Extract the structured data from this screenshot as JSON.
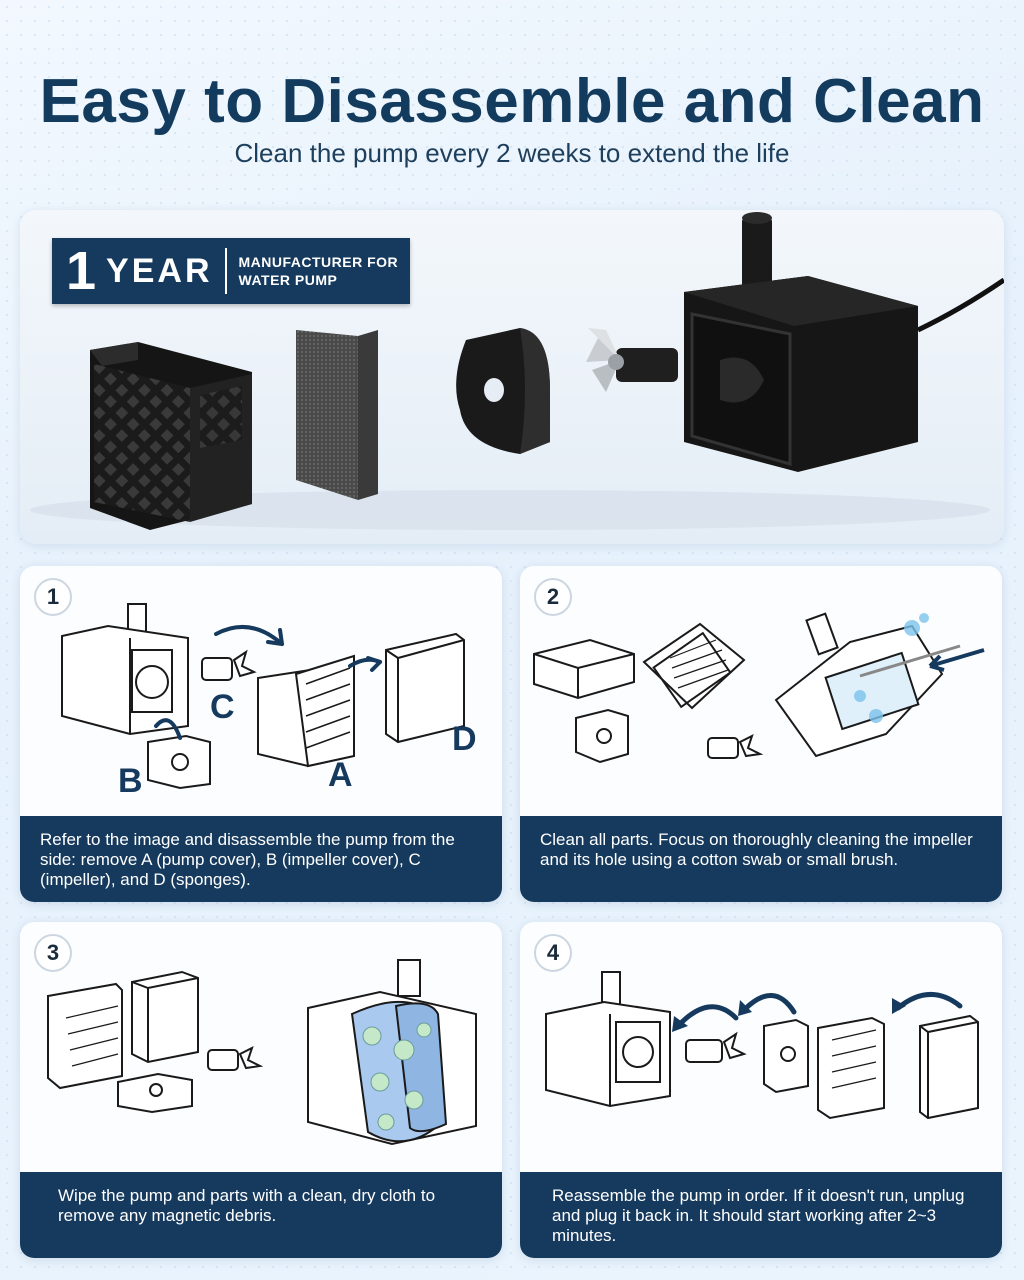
{
  "header": {
    "title": "Easy to Disassemble and Clean",
    "subtitle": "Clean the pump every 2 weeks to extend the life"
  },
  "badge": {
    "number": "1",
    "unit": "YEAR",
    "line1": "MANUFACTURER FOR",
    "line2": "WATER PUMP"
  },
  "steps": [
    {
      "number": "1",
      "labels": [
        "A",
        "B",
        "C",
        "D"
      ],
      "caption": "Refer to the image and disassemble the pump from the side: remove A (pump cover), B (impeller cover), C (impeller), and D (sponges)."
    },
    {
      "number": "2",
      "caption": "Clean all parts. Focus on thoroughly cleaning the impeller and its hole using a cotton swab or small brush."
    },
    {
      "number": "3",
      "caption": "Wipe the pump and parts with a clean, dry cloth to remove any magnetic debris."
    },
    {
      "number": "4",
      "caption": "Reassemble the pump in order. If it doesn't run, unplug and plug it back in. It should start working after 2~3 minutes."
    }
  ],
  "colors": {
    "navy": "#163a5e",
    "title": "#123b5e"
  }
}
